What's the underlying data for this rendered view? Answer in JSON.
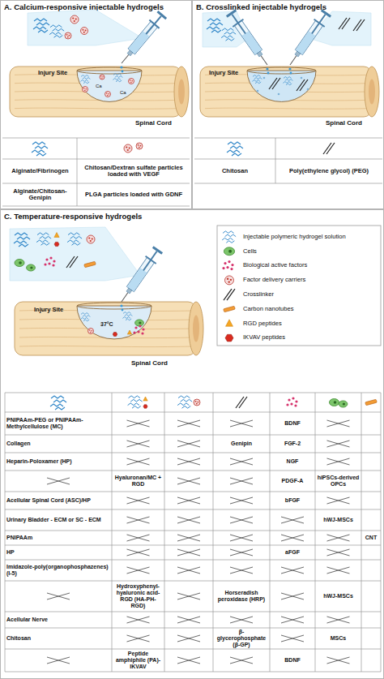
{
  "diagram": {
    "nodes": [
      {
        "text": [
          "A. Calcium-responsive injectable hydrogels"
        ]
      },
      {
        "text": [
          "B. Crosslinked injectable hydrogels"
        ]
      },
      {
        "text": [
          "C. Temperature-responsive hydrogels"
        ]
      }
    ],
    "labels": [
      "Injury Site",
      "Ca",
      "Ca",
      "Spinal Cord",
      "Alginate/Fibrinogen",
      "Chitosan/Dextran sulfate particles loaded with VEGF",
      "Alginate/Chitosan-Genipin",
      "PLGA particles loaded with GDNF",
      "Injury Site",
      "Spinal Cord",
      "Chitosan",
      "Poly(ethylene glycol) (PEG)",
      "Injury Site",
      "37°C",
      "Spinal Cord",
      "PNIPAAm-PEG or PNIPAAm-Methylcellulose (MC)",
      "BDNF",
      "Collagen",
      "Genipin",
      "FGF-2",
      "Heparin-Poloxamer (HP)",
      "NGF",
      "Hyaluronan/MC + RGD",
      "PDGF-A",
      "hiPSCs-derived OPCs",
      "Acellular Spinal Cord (ASC)/HP",
      "bFGF",
      "Urinary Bladder - ECM or SC - ECM",
      "hWJ-MSCs",
      "PNIPAAm",
      "CNT",
      "HP",
      "aFGF",
      "Imidazole-poly(organophosphazenes) (I-5)",
      "Hydroxyphenyl-hyaluronic acid-RGD (HA-PH-RGD)",
      "Horseradish peroxidase (HRP)",
      "hWJ-MSCs",
      "Acellular Nerve",
      "Chitosan",
      "β-glycerophosphate (β-GP)",
      "MSCs",
      "Peptide amphiphile (PA)-IKVAV",
      "BDNF"
    ],
    "legend": [
      {
        "text": "Injectable polymeric hydrogel solution"
      },
      {
        "text": "Cells"
      },
      {
        "text": "Biological active factors"
      },
      {
        "text": "Factor delivery carriers"
      },
      {
        "text": "Crosslinker"
      },
      {
        "text": "Carbon nanotubes"
      },
      {
        "text": "RGD peptides"
      },
      {
        "text": "IKVAV peptides"
      }
    ]
  }
}
